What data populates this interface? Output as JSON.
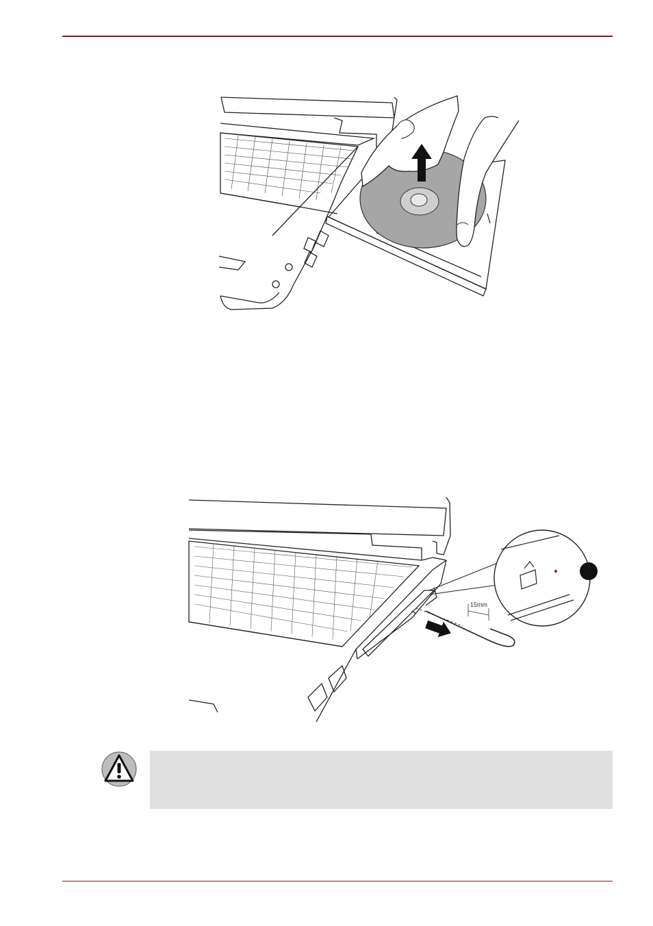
{
  "header": {
    "rule_color": "#8b1a1a"
  },
  "figures": [
    {
      "id": "disc-removal",
      "arrow": "up"
    },
    {
      "id": "manual-eject",
      "measure_label": "15mm",
      "callout_number": ""
    }
  ],
  "note": {
    "icon": "caution-triangle-icon",
    "background": "#e0e0e0"
  },
  "footer": {
    "rule_color": "#8b1a1a"
  }
}
